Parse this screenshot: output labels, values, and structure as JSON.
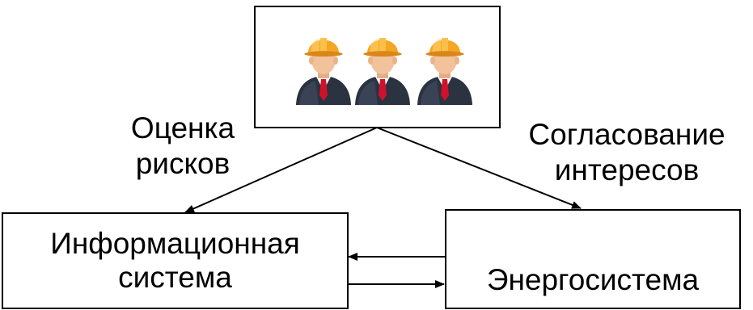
{
  "nodes": {
    "experts": {
      "icon": "worker-hardhat-icon",
      "count": 3,
      "colors": {
        "helmet": "#F5A623",
        "helmet_shade": "#D9861A",
        "face": "#F2C29A",
        "suit": "#2B3240",
        "shirt": "#FFFFFF",
        "tie": "#D0112B"
      }
    },
    "info_system": {
      "label_line1": "Информационная",
      "label_line2": "система"
    },
    "energy_system": {
      "label": "Энергосистема"
    }
  },
  "edges": {
    "risk_assessment": {
      "label_line1": "Оценка",
      "label_line2": "рисков"
    },
    "interest_alignment": {
      "label_line1": "Согласование",
      "label_line2": "интересов"
    }
  },
  "colors": {
    "stroke": "#000000",
    "background": "#FFFFFF"
  }
}
